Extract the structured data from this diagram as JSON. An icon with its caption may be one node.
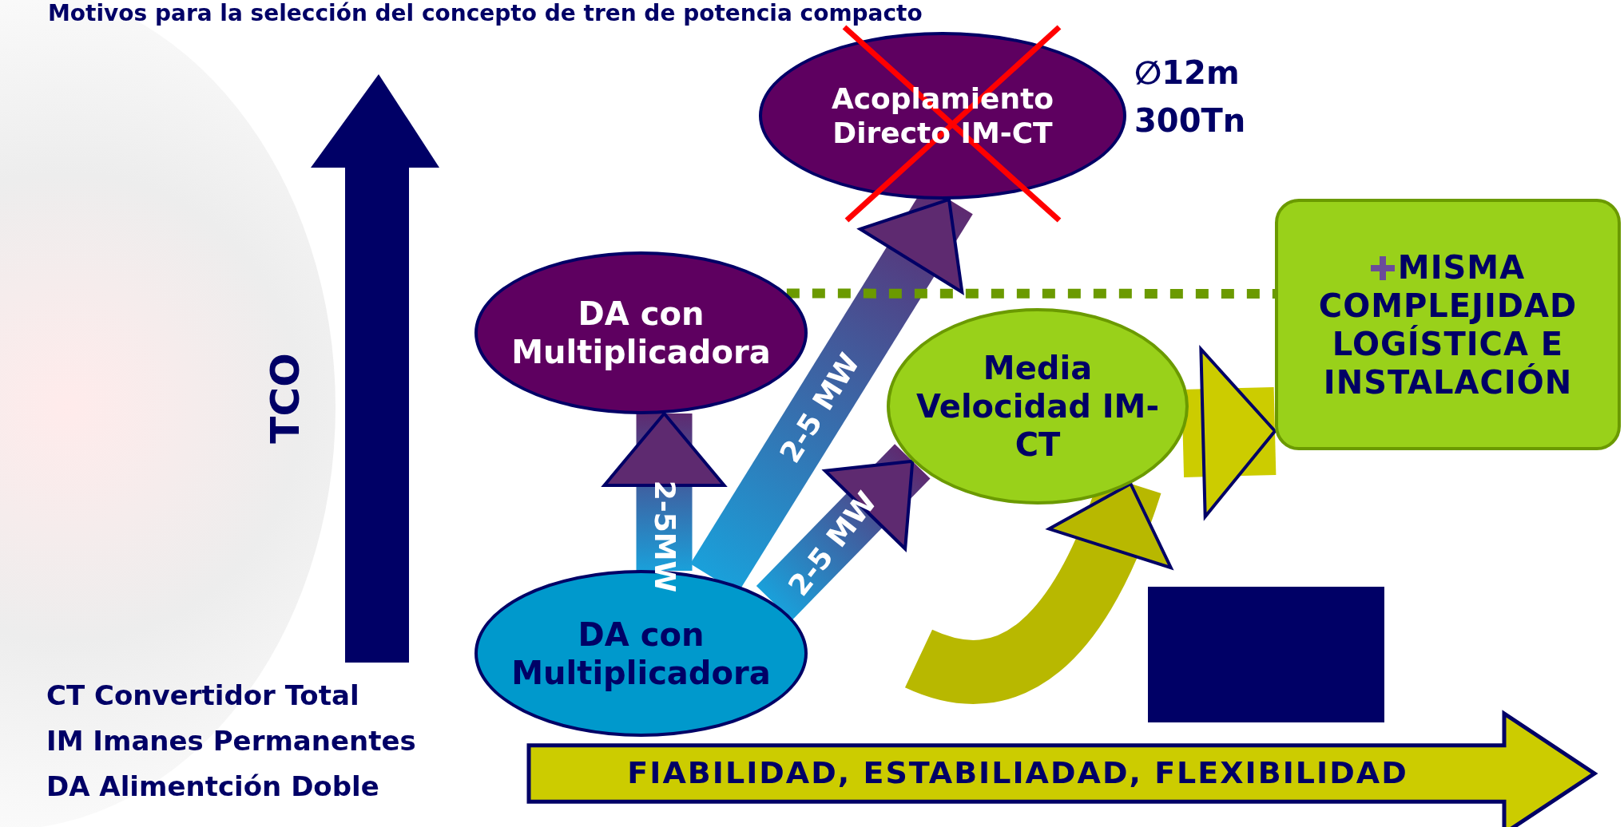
{
  "diagram": {
    "title": "Motivos para la selección del concepto de tren de potencia compacto",
    "nodes": [
      {
        "text": [
          "Acoplamiento Directo IM-CT"
        ],
        "beside": [
          "∅12m",
          "300Tn"
        ]
      },
      {
        "text": [
          "DA con Multiplicadora"
        ]
      },
      {
        "text": [
          "Media Velocidad IM-CT"
        ]
      },
      {
        "text": [
          "MISMA COMPLEJIDAD LOGÍSTICA E INSTALACIÓN"
        ]
      },
      {
        "text": [
          "DA con Multiplicadora"
        ]
      },
      {
        "text": [],
        "shape": "box"
      },
      {
        "text": [
          "FIABILIDAD, ESTABILIADAD, FLEXIBILIDAD"
        ]
      }
    ],
    "edges": [
      {
        "from": 4,
        "to": 1,
        "arrow": "to",
        "label": "2-5MW"
      },
      {
        "from": 4,
        "to": 0,
        "arrow": "to",
        "label": "2-5 MW"
      },
      {
        "from": 4,
        "to": 2,
        "arrow": "to",
        "label": "2-5 MW"
      },
      {
        "from": 2,
        "to": 3,
        "arrow": "to",
        "color": "#cccc00"
      },
      {
        "from": null,
        "to": 2,
        "arrow": "to",
        "color": "#b8b800"
      },
      {
        "from": 1,
        "to": 3,
        "arrow": "none",
        "style": "dashed",
        "color": "#6b9a00"
      }
    ],
    "labels": [
      "TCO",
      "CT Convertidor Total",
      "IM Imanes Permanentes",
      "DA Alimentción Doble"
    ]
  }
}
